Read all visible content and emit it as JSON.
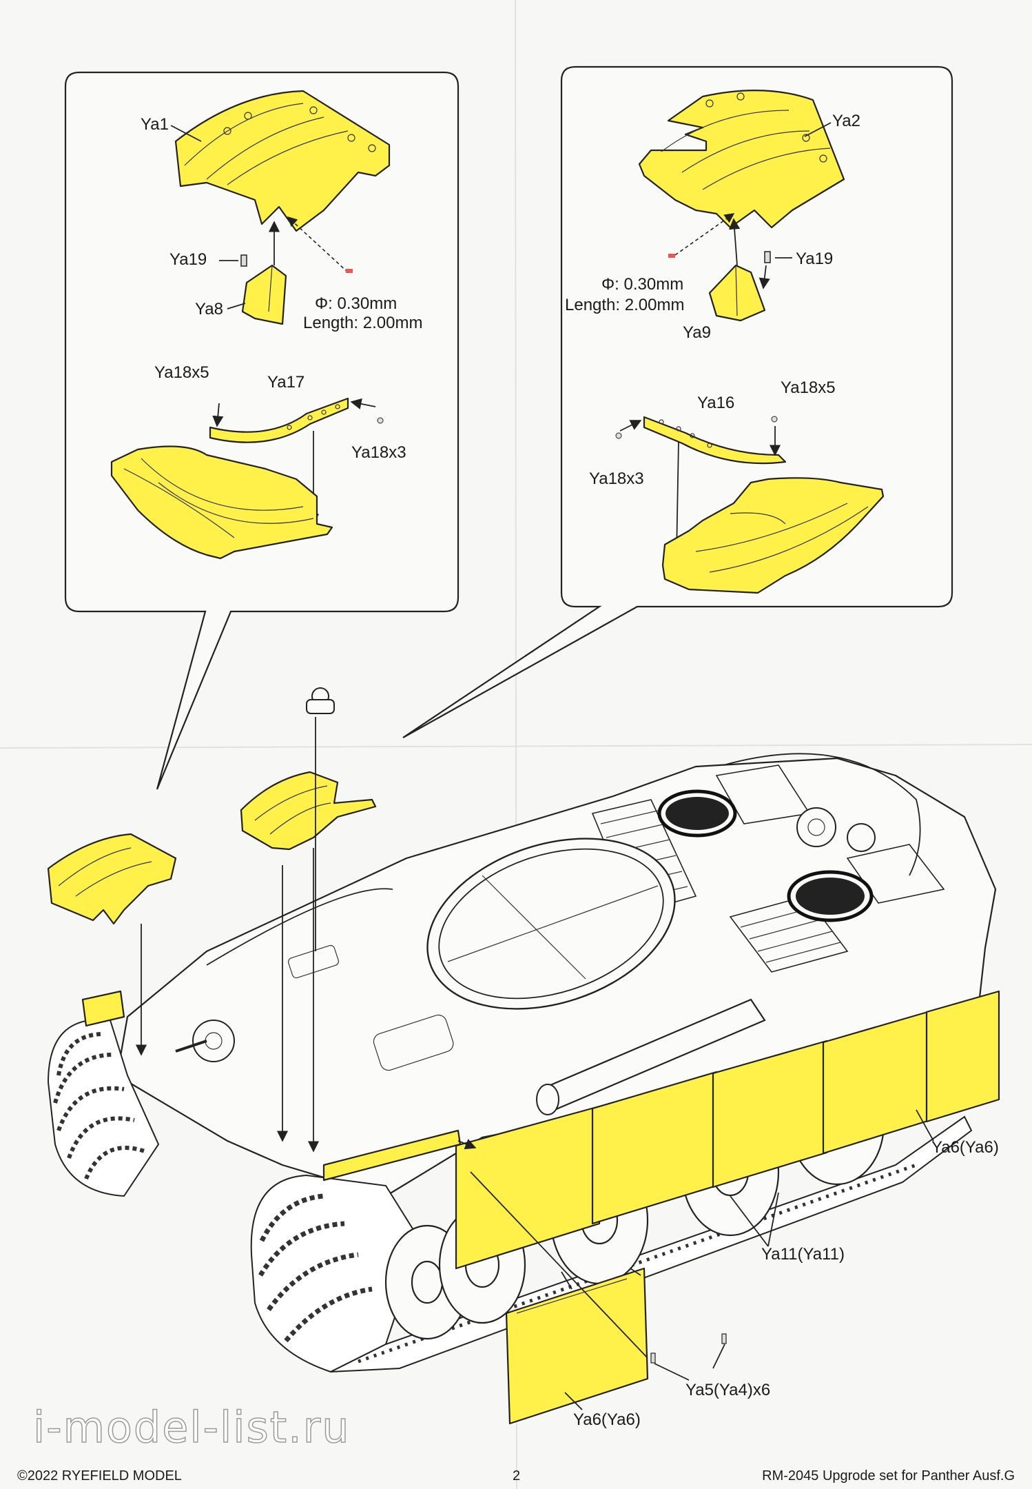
{
  "callout_left": {
    "labels": {
      "ya1": "Ya1",
      "ya19": "Ya19",
      "ya8": "Ya8",
      "phi": "Φ: 0.30mm",
      "length": "Length: 2.00mm",
      "ya18x5": "Ya18x5",
      "ya17": "Ya17",
      "ya18x3": "Ya18x3"
    }
  },
  "callout_right": {
    "labels": {
      "ya2": "Ya2",
      "ya19": "Ya19",
      "phi": "Φ: 0.30mm",
      "length": "Length: 2.00mm",
      "ya9": "Ya9",
      "ya16": "Ya16",
      "ya18x5": "Ya18x5",
      "ya18x3": "Ya18x3"
    }
  },
  "main_view": {
    "labels": {
      "ya6_right": "Ya6(Ya6)",
      "ya11": "Ya11(Ya11)",
      "ya5": "Ya5(Ya4)x6",
      "ya6_bottom": "Ya6(Ya6)"
    }
  },
  "footer": {
    "copyright": "©2022 RYEFIELD MODEL",
    "page_number": "2",
    "product": "RM-2045 Upgrode set for Panther Ausf.G"
  },
  "watermark": "i-model-list.ru",
  "colors": {
    "part_fill": "#fff04a",
    "line": "#222222",
    "paper": "#f7f7f5"
  }
}
